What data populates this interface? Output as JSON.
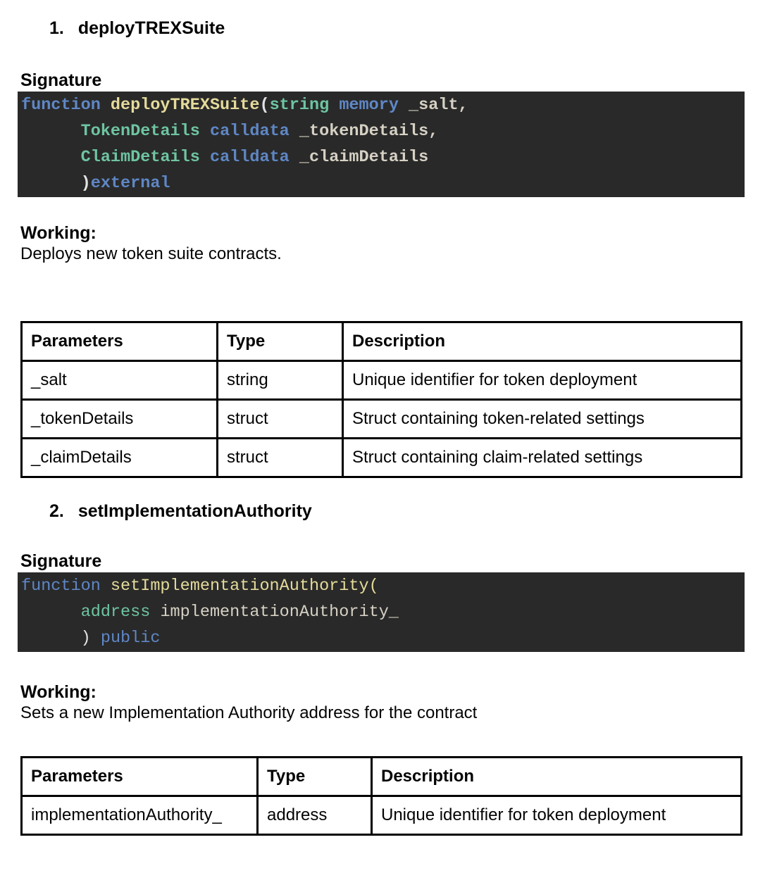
{
  "colors": {
    "code_background": "#292929",
    "document_text": "#030303",
    "table_border": "#000000",
    "syntax": {
      "keyword": "#5f87c5",
      "type": "#6ec5a2",
      "function": "#e5db9b",
      "plain": "#d6d1c4",
      "punct": "#e2e2e2"
    }
  },
  "sections": [
    {
      "number": "1.",
      "title": "deployTREXSuite",
      "signature_label": "Signature",
      "code_lines": [
        [
          {
            "text": "function ",
            "role": "keyword"
          },
          {
            "text": "deployTREXSuite",
            "role": "function"
          },
          {
            "text": "(",
            "role": "punct"
          },
          {
            "text": "string",
            "role": "type"
          },
          {
            "text": " ",
            "role": "plain"
          },
          {
            "text": "memory",
            "role": "keyword"
          },
          {
            "text": " _salt,",
            "role": "plain"
          }
        ],
        [
          {
            "text": "      ",
            "role": "plain"
          },
          {
            "text": "TokenDetails",
            "role": "type"
          },
          {
            "text": " ",
            "role": "plain"
          },
          {
            "text": "calldata",
            "role": "keyword"
          },
          {
            "text": " _tokenDetails,",
            "role": "plain"
          }
        ],
        [
          {
            "text": "      ",
            "role": "plain"
          },
          {
            "text": "ClaimDetails",
            "role": "type"
          },
          {
            "text": " ",
            "role": "plain"
          },
          {
            "text": "calldata",
            "role": "keyword"
          },
          {
            "text": " _claimDetails",
            "role": "plain"
          }
        ],
        [
          {
            "text": "      ",
            "role": "plain"
          },
          {
            "text": ")",
            "role": "punct"
          },
          {
            "text": "external",
            "role": "keyword"
          }
        ]
      ],
      "working_label": "Working:",
      "working_text": "Deploys new token suite contracts.",
      "table": {
        "headers": [
          "Parameters",
          "Type",
          "Description"
        ],
        "rows": [
          [
            "_salt",
            "string",
            "Unique identifier for token deployment"
          ],
          [
            "_tokenDetails",
            "struct",
            "Struct containing token-related settings"
          ],
          [
            "_claimDetails",
            "struct",
            "Struct containing claim-related settings"
          ]
        ]
      }
    },
    {
      "number": "2.",
      "title": "setImplementationAuthority",
      "signature_label": "Signature",
      "code_lines": [
        [
          {
            "text": "function ",
            "role": "keyword"
          },
          {
            "text": "setImplementationAuthority(",
            "role": "function"
          }
        ],
        [
          {
            "text": "      ",
            "role": "plain"
          },
          {
            "text": "address",
            "role": "type"
          },
          {
            "text": " implementationAuthority_",
            "role": "plain"
          }
        ],
        [
          {
            "text": "      ",
            "role": "plain"
          },
          {
            "text": ") ",
            "role": "punct"
          },
          {
            "text": "public",
            "role": "keyword"
          }
        ]
      ],
      "working_label": "Working:",
      "working_text": "Sets a new Implementation Authority address for the contract",
      "table": {
        "headers": [
          "Parameters",
          "Type",
          "Description"
        ],
        "rows": [
          [
            "implementationAuthority_",
            "address",
            "Unique identifier for token deployment"
          ]
        ]
      }
    }
  ]
}
